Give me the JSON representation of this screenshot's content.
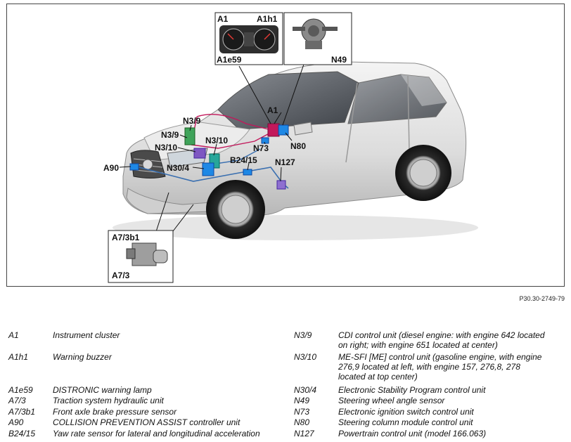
{
  "figure_ref": "P30.30-2749-79",
  "callouts": {
    "a1": "A1",
    "n3_9": "N3/9",
    "n3_10_left": "N3/10",
    "n3_10_right": "N3/10",
    "n30_4": "N30/4",
    "a90": "A90",
    "b24_15": "B24/15",
    "n127": "N127",
    "n73": "N73",
    "n80": "N80"
  },
  "inset_cluster": {
    "tl": "A1",
    "tr": "A1h1",
    "bl": "A1e59"
  },
  "inset_steering": {
    "br": "N49"
  },
  "inset_brake": {
    "tl": "A7/3b1",
    "bl": "A7/3"
  },
  "legend_left": [
    {
      "code": "A1",
      "desc": "Instrument cluster"
    },
    {
      "code": "A1h1",
      "desc": "Warning buzzer"
    },
    {
      "code": "A1e59",
      "desc": "DISTRONIC warning lamp"
    },
    {
      "code": "A7/3",
      "desc": "Traction system hydraulic unit"
    },
    {
      "code": "A7/3b1",
      "desc": "Front axle brake pressure sensor"
    },
    {
      "code": "A90",
      "desc": "COLLISION PREVENTION ASSIST controller unit"
    },
    {
      "code": "B24/15",
      "desc": "Yaw rate sensor for lateral and longitudinal acceleration"
    }
  ],
  "legend_right": [
    {
      "code": "N3/9",
      "desc": [
        "CDI control unit (diesel engine: with engine 642 located",
        "on right; with engine 651 located at center)"
      ]
    },
    {
      "code": "N3/10",
      "desc": [
        "ME-SFI [ME] control unit (gasoline engine, with engine",
        "276,9 located at left, with engine 157, 276,8, 278",
        "located at top center)"
      ]
    },
    {
      "code": "N30/4",
      "desc": [
        "Electronic Stability Program control unit"
      ]
    },
    {
      "code": "N49",
      "desc": [
        "Steering wheel angle sensor"
      ]
    },
    {
      "code": "N73",
      "desc": [
        "Electronic ignition switch control unit"
      ]
    },
    {
      "code": "N80",
      "desc": [
        "Steering column module control unit"
      ]
    },
    {
      "code": "N127",
      "desc": [
        "Powertrain control unit (model 166.063)"
      ]
    }
  ]
}
